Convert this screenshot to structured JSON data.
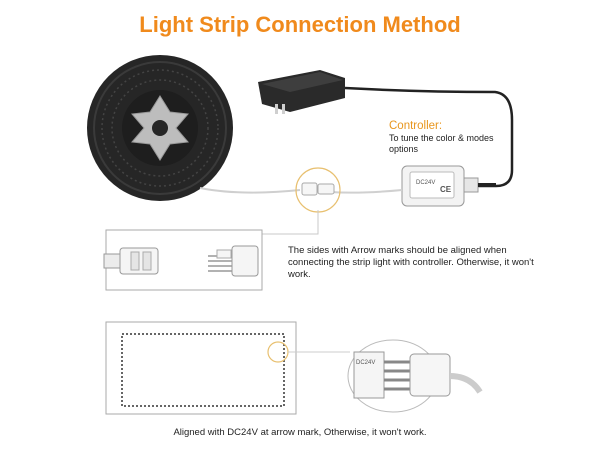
{
  "title": "Light Strip Connection Method",
  "colors": {
    "title": "#F08A1C",
    "controller_label": "#E8961E",
    "strip_dark": "#2b2b2b",
    "strip_mid": "#555555",
    "outline": "#888888",
    "plastic": "#f4f4f4"
  },
  "controller": {
    "label": "Controller:",
    "description": "To tune the color & modes options",
    "markings": [
      "DC24V",
      "CE"
    ]
  },
  "connector_note": "The sides with Arrow marks should be aligned when connecting the strip light with controller. Otherwise, it won't work.",
  "connector_marking": "DC24V",
  "bottom_note": "Aligned with DC24V at arrow mark, Otherwise, it won't work."
}
